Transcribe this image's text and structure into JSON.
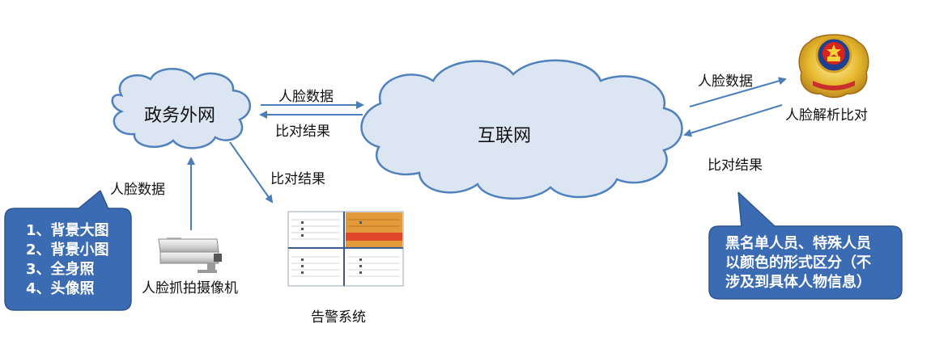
{
  "nodes": {
    "gov_network": "政务外网",
    "internet": "互联网",
    "camera": "人脸抓拍摄像机",
    "alarm_system": "告警系统",
    "police_analysis": "人脸解析比对"
  },
  "edge_labels": {
    "camera_to_gov": "人脸数据",
    "gov_to_internet": "人脸数据",
    "internet_to_gov": "比对结果",
    "gov_to_alarm": "比对结果",
    "internet_to_police": "人脸数据",
    "police_to_internet": "比对结果"
  },
  "left_callout": {
    "lines": [
      "1、背景大图",
      "2、背景小图",
      "3、全身照",
      "4、头像照"
    ]
  },
  "right_callout": {
    "lines": [
      "黑名单人员、特殊人员",
      "以颜色的形式区分（不",
      "涉及到具体人物信息）"
    ]
  },
  "colors": {
    "cloud_fill": "#dce6f2",
    "cloud_stroke": "#4f81bd",
    "arrow": "#4a7ebb",
    "callout_fill": "#3b6bb2",
    "alarm_orange": "#e39a3b",
    "alarm_red": "#e0482a"
  }
}
